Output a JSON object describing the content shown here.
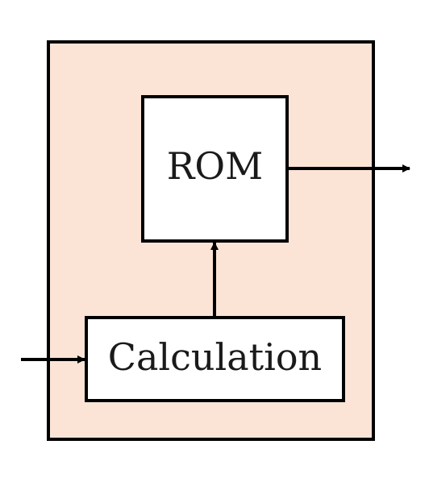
{
  "diagram": {
    "blocks": {
      "rom": {
        "label": "ROM"
      },
      "calculation": {
        "label": "Calculation"
      }
    },
    "colors": {
      "container_fill": "#fbe4d6",
      "block_fill": "#ffffff",
      "stroke": "#000000"
    },
    "connections": [
      {
        "from": "external-input",
        "to": "calculation"
      },
      {
        "from": "calculation",
        "to": "rom"
      },
      {
        "from": "rom",
        "to": "external-output"
      }
    ]
  }
}
